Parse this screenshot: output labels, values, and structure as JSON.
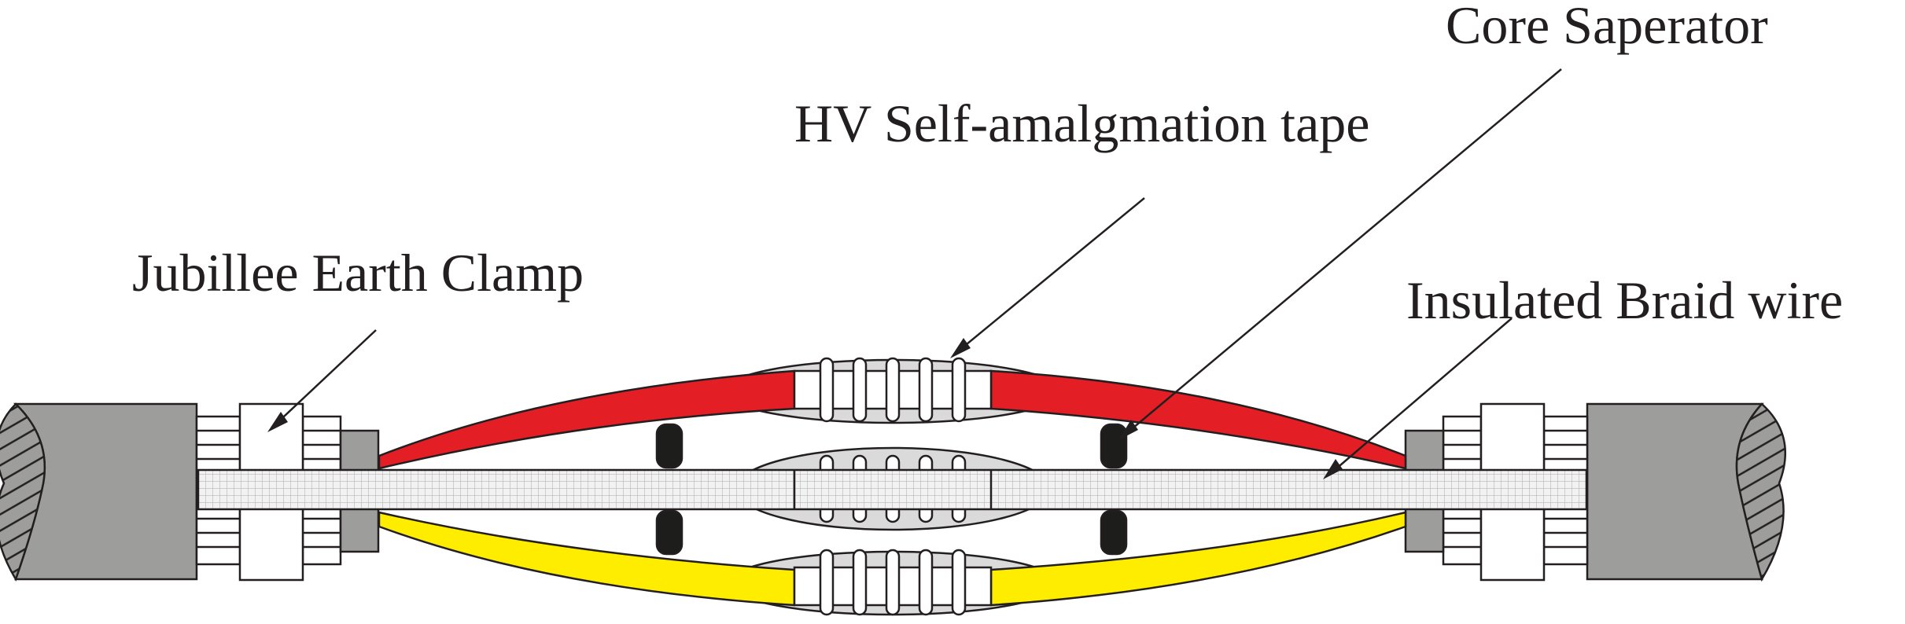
{
  "labels": {
    "core_separator": "Core Saperator",
    "hv_tape": "HV Self-amalgmation tape",
    "earth_clamp": "Jubillee Earth Clamp",
    "braid_wire": "Insulated Braid wire"
  },
  "colors": {
    "red_core": "#e31e24",
    "yellow_core": "#ffed00",
    "sheath": "#9d9d9c",
    "tape": "#dadada",
    "separator": "#1d1d1b",
    "outline": "#231f20"
  }
}
